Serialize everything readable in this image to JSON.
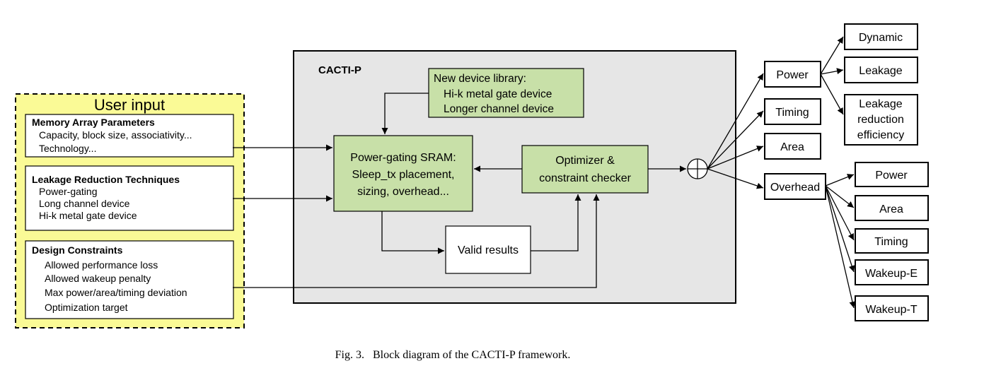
{
  "colors": {
    "user_input_fill": "#fafa96",
    "cacti_fill": "#e6e6e6",
    "green_fill": "#c8e0a8",
    "line": "#000000"
  },
  "user_input": {
    "title": "User input",
    "memory": {
      "heading": "Memory Array Parameters",
      "lines": [
        "Capacity, block size,  associativity...",
        "Technology..."
      ]
    },
    "leakage": {
      "heading": "Leakage Reduction Techniques",
      "lines": [
        "Power-gating",
        "Long channel device",
        "Hi-k metal gate device"
      ]
    },
    "constraints": {
      "heading": "Design Constraints",
      "lines": [
        "Allowed performance loss",
        "Allowed wakeup penalty",
        "Max power/area/timing deviation",
        "Optimization target"
      ]
    }
  },
  "cacti": {
    "label": "CACTI-P",
    "device_library": [
      "New device library:",
      "Hi-k metal gate device",
      "Longer channel device"
    ],
    "power_gating": [
      "Power-gating SRAM:",
      "Sleep_tx placement,",
      "sizing, overhead..."
    ],
    "optimizer": [
      "Optimizer &",
      "constraint checker"
    ],
    "valid_results": "Valid results"
  },
  "outputs": {
    "power": "Power",
    "timing": "Timing",
    "area": "Area",
    "overhead": "Overhead",
    "power_children": {
      "dynamic": "Dynamic",
      "leakage": "Leakage",
      "leakage_reduction": [
        "Leakage",
        "reduction",
        "efficiency"
      ]
    },
    "overhead_children": [
      "Power",
      "Area",
      "Timing",
      "Wakeup-E",
      "Wakeup-T"
    ]
  },
  "caption": "Fig. 3.   Block diagram of the CACTI-P framework."
}
